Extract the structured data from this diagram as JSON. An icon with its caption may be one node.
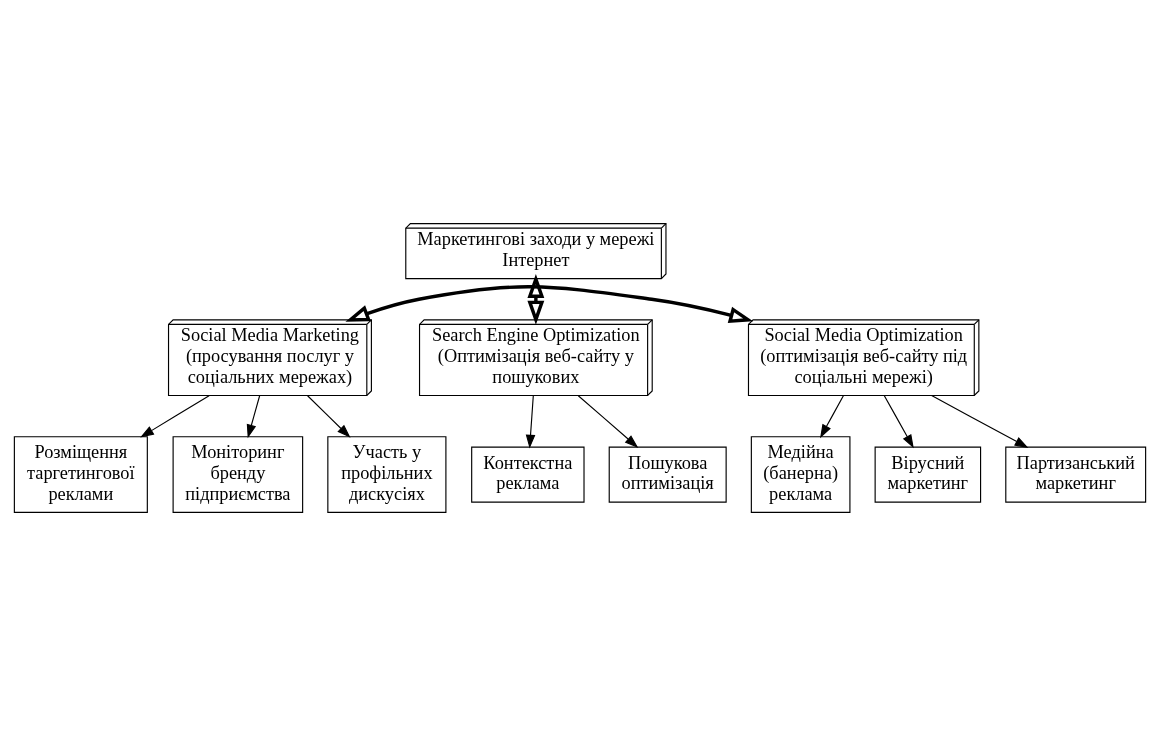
{
  "diagram": {
    "nodes": [
      {
        "text": [
          "Маркетингові заходи у мережі Інтернет"
        ]
      },
      {
        "text": [
          "Social Media Marketing (просування послуг у соціальних мережах)"
        ]
      },
      {
        "text": [
          "Social Media Optimization (оптимізація веб-сайту під соціальні мережі)"
        ]
      },
      {
        "text": [
          "Search Engine Optimization (Оптимізація веб-сайту у пошукових"
        ]
      },
      {
        "text": [
          "Розміщення таргетингової реклами"
        ]
      },
      {
        "text": [
          "Моніторинг бренду підприємства"
        ]
      },
      {
        "text": [
          "Участь у профільних дискусіях"
        ]
      },
      {
        "text": [
          "Контекстна реклама"
        ]
      },
      {
        "text": [
          "Пошукова оптимізація"
        ]
      },
      {
        "text": [
          "Вірусний маркетинг"
        ]
      },
      {
        "text": [
          "Партизанський маркетинг"
        ]
      },
      {
        "text": [
          "Медійна (банерна) реклама"
        ]
      }
    ],
    "edges": [
      {
        "from": 0,
        "to": 3,
        "arrow": "both",
        "style": "thick"
      },
      {
        "from": 1,
        "to": 2,
        "arrow": "both",
        "style": "thick"
      },
      {
        "from": 1,
        "to": 4,
        "arrow": "to"
      },
      {
        "from": 1,
        "to": 5,
        "arrow": "to"
      },
      {
        "from": 1,
        "to": 6,
        "arrow": "to"
      },
      {
        "from": 3,
        "to": 7,
        "arrow": "to"
      },
      {
        "from": 3,
        "to": 8,
        "arrow": "to"
      },
      {
        "from": 2,
        "to": 9,
        "arrow": "to"
      },
      {
        "from": 2,
        "to": 10,
        "arrow": "to"
      },
      {
        "from": 2,
        "to": 11,
        "arrow": "to"
      }
    ]
  }
}
